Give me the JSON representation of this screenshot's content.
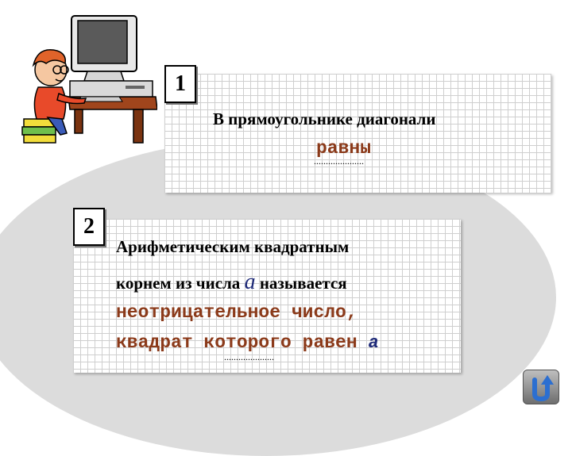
{
  "card1": {
    "number": "1",
    "statement": "В прямоугольнике диагонали",
    "answer": "равны",
    "blank": "....................."
  },
  "card2": {
    "number": "2",
    "line1": "Арифметическим квадратным",
    "line2_pre": "корнем из числа ",
    "var": "a",
    "line2_post": " называется",
    "answer_line1": "неотрицательное число,",
    "answer_line2": "квадрат которого равен ",
    "answer_var": "a",
    "blank": "....................."
  },
  "icons": {
    "illustration": "boy-at-computer-icon",
    "back": "back-arrow-icon"
  },
  "colors": {
    "answer": "#8b3a1a",
    "variable": "#1e2a78",
    "back_arrow": "#2c6fd1"
  }
}
